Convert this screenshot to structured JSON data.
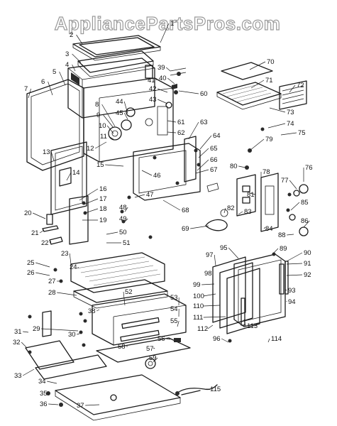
{
  "watermark": "AppliancePartsPros.com",
  "part_labels": [
    "1",
    "2",
    "3",
    "4",
    "5",
    "6",
    "7",
    "8",
    "9",
    "10",
    "11",
    "12",
    "13",
    "14",
    "15",
    "16",
    "17",
    "18",
    "19",
    "20",
    "21",
    "22",
    "23",
    "24",
    "25",
    "26",
    "27",
    "28",
    "29",
    "30",
    "31",
    "32",
    "33",
    "34",
    "35",
    "36",
    "37",
    "38",
    "39",
    "40",
    "41",
    "42",
    "43",
    "44",
    "45",
    "46",
    "47",
    "48",
    "49",
    "50",
    "51",
    "52",
    "53",
    "54",
    "55",
    "56",
    "57",
    "58",
    "59",
    "60",
    "61",
    "62",
    "63",
    "64",
    "65",
    "66",
    "67",
    "68",
    "69",
    "70",
    "71",
    "72",
    "73",
    "74",
    "75",
    "76",
    "77",
    "78",
    "79",
    "80",
    "81",
    "82",
    "83",
    "84",
    "85",
    "86",
    "88",
    "89",
    "90",
    "91",
    "92",
    "93",
    "94",
    "95",
    "96",
    "97",
    "98",
    "99",
    "100",
    "110",
    "111",
    "112",
    "113",
    "114",
    "115"
  ]
}
